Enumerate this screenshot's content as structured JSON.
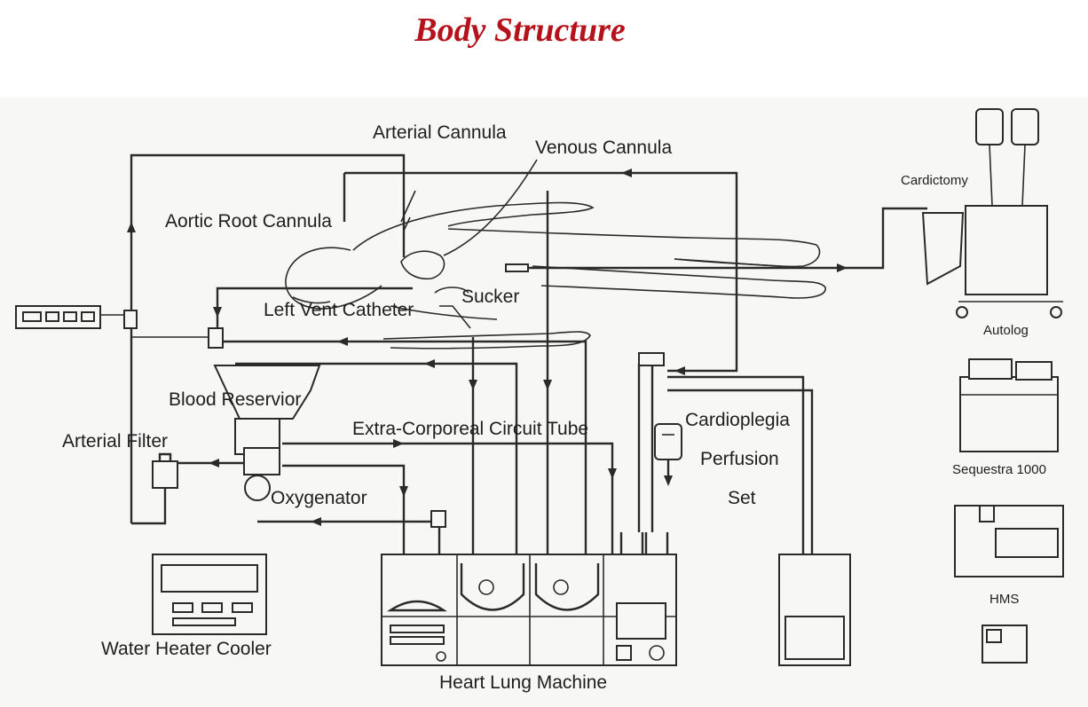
{
  "title": "Body Structure",
  "title_color": "#b5121b",
  "labels": {
    "arterial_cannula": "Arterial Cannula",
    "venous_cannula": "Venous Cannula",
    "aortic_root_cannula": "Aortic Root Cannula",
    "left_vent_catheter": "Left Vent Catheter",
    "sucker": "Sucker",
    "blood_reservoir": "Blood Reservior",
    "arterial_filter": "Arterial Filter",
    "extra_corporeal_circuit_tube": "Extra-Corporeal Circuit Tube",
    "cardioplegia_line1": "Cardioplegia",
    "cardioplegia_line2": "Perfusion",
    "cardioplegia_line3": "Set",
    "oxygenator": "Oxygenator",
    "water_heater_cooler": "Water Heater Cooler",
    "heart_lung_machine": "Heart Lung Machine",
    "cardiotomy": "Cardictomy",
    "autolog": "Autolog",
    "sequestra": "Sequestra 1000",
    "hms": "HMS"
  }
}
